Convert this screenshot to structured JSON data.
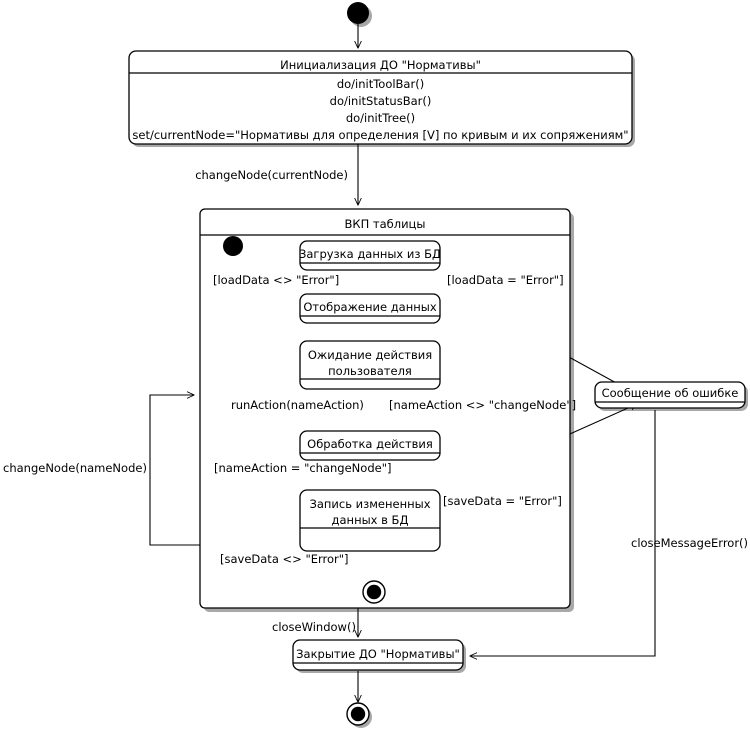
{
  "diagram": {
    "type": "uml-state-machine",
    "title": "",
    "nodes": {
      "start": {
        "kind": "initial-state",
        "label": ""
      },
      "init_state": {
        "kind": "state",
        "name": "Инициализация ДО \"Нормативы\"",
        "actions": [
          "do/initToolBar()",
          "do/initStatusBar()",
          "do/initTree()",
          "set/currentNode=\"Нормативы для определения [V] по кривым и их сопряжениям\""
        ]
      },
      "composite": {
        "kind": "composite-state",
        "name": "ВКП таблицы"
      },
      "inner_start": {
        "kind": "initial-state",
        "label": ""
      },
      "load_data": {
        "kind": "state",
        "name": "Загрузка данных из БД"
      },
      "show_data": {
        "kind": "state",
        "name": "Отображение данных"
      },
      "wait_action": {
        "kind": "state",
        "name": "Ожидание действия пользователя"
      },
      "process_action": {
        "kind": "state",
        "name": "Обработка действия"
      },
      "save_data": {
        "kind": "state",
        "name": "Запись измененных данных в БД"
      },
      "inner_final": {
        "kind": "final-state",
        "label": ""
      },
      "error_msg": {
        "kind": "state",
        "name": "Сообщение об ошибке"
      },
      "close_state": {
        "kind": "state",
        "name": "Закрытие ДО \"Нормативы\""
      },
      "final": {
        "kind": "final-state",
        "label": ""
      }
    },
    "transitions": [
      {
        "id": "t1",
        "from": "start",
        "to": "init_state",
        "label": ""
      },
      {
        "id": "t2",
        "from": "init_state",
        "to": "composite",
        "label": "changeNode(currentNode)"
      },
      {
        "id": "t3",
        "from": "inner_start",
        "to": "load_data",
        "label": ""
      },
      {
        "id": "t4",
        "from": "load_data",
        "to": "show_data",
        "label": "[loadData <> \"Error\"]"
      },
      {
        "id": "t5",
        "from": "load_data",
        "to": "error_msg",
        "label": "[loadData = \"Error\"]"
      },
      {
        "id": "t6",
        "from": "show_data",
        "to": "wait_action",
        "label": ""
      },
      {
        "id": "t7",
        "from": "wait_action",
        "to": "process_action",
        "label": "runAction(nameAction)"
      },
      {
        "id": "t8",
        "from": "process_action",
        "to": "wait_action",
        "label": "[nameAction <> \"changeNode\"]"
      },
      {
        "id": "t9",
        "from": "process_action",
        "to": "save_data",
        "label": "[nameAction = \"changeNode\"]"
      },
      {
        "id": "t10",
        "from": "save_data",
        "to": "error_msg",
        "label": "[saveData = \"Error\"]"
      },
      {
        "id": "t11",
        "from": "save_data",
        "to": "inner_final",
        "label": "[saveData <> \"Error\"]"
      },
      {
        "id": "t12",
        "from": "composite",
        "to": "composite",
        "label": "changeNode(nameNode)"
      },
      {
        "id": "t13",
        "from": "inner_final",
        "to": "close_state",
        "label": "closeWindow()"
      },
      {
        "id": "t14",
        "from": "error_msg",
        "to": "close_state",
        "label": "closeMessageError()"
      },
      {
        "id": "t15",
        "from": "close_state",
        "to": "final",
        "label": ""
      }
    ],
    "labels": {
      "change_node_current": "changeNode(currentNode)",
      "load_ok": "[loadData <> \"Error\"]",
      "load_err": "[loadData = \"Error\"]",
      "run_action": "runAction(nameAction)",
      "name_action_ne": "[nameAction <> \"changeNode\"]",
      "name_action_eq": "[nameAction = \"changeNode\"]",
      "save_err": "[saveData = \"Error\"]",
      "save_ok": "[saveData <> \"Error\"]",
      "change_node_name": "changeNode(nameNode)",
      "close_window": "closeWindow()",
      "close_message_error": "closeMessageError()"
    },
    "state_text": {
      "init_title": "Инициализация ДО \"Нормативы\"",
      "init_do1": "do/initToolBar()",
      "init_do2": "do/initStatusBar()",
      "init_do3": "do/initTree()",
      "init_set": "set/currentNode=\"Нормативы для определения [V] по кривым и их сопряжениям\"",
      "composite_title": "ВКП таблицы",
      "load_data": "Загрузка данных из БД",
      "show_data": "Отображение данных",
      "wait_action_l1": "Ожидание действия",
      "wait_action_l2": "пользователя",
      "process_action": "Обработка действия",
      "save_data_l1": "Запись измененных",
      "save_data_l2": "данных в БД",
      "error_msg": "Сообщение об ошибке",
      "close_state": "Закрытие ДО \"Нормативы\""
    },
    "colors": {
      "stroke": "#000000",
      "fill": "#ffffff",
      "shadow": "#a8a8a8",
      "background": "#ffffff"
    }
  }
}
